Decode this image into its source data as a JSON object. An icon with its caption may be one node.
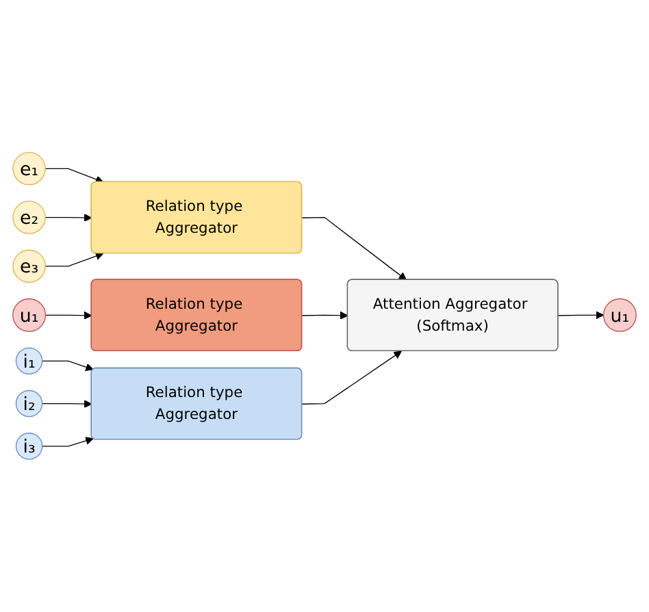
{
  "diagram": {
    "nodes": [
      {
        "text": [
          "e₁"
        ]
      },
      {
        "text": [
          "e₂"
        ]
      },
      {
        "text": [
          "e₃"
        ]
      },
      {
        "text": [
          "Relation type Aggregator"
        ]
      },
      {
        "text": [
          "u₁"
        ]
      },
      {
        "text": [
          "Relation type Aggregator"
        ]
      },
      {
        "text": [
          "i₁"
        ]
      },
      {
        "text": [
          "i₂"
        ]
      },
      {
        "text": [
          "i₃"
        ]
      },
      {
        "text": [
          "Relation type Aggregator"
        ]
      },
      {
        "text": [
          "Attention Aggregator (Softmax)"
        ]
      },
      {
        "text": [
          "u₁"
        ]
      }
    ],
    "edges": [
      {
        "from": 0,
        "to": 3,
        "arrow": "to"
      },
      {
        "from": 1,
        "to": 3,
        "arrow": "to"
      },
      {
        "from": 2,
        "to": 3,
        "arrow": "to"
      },
      {
        "from": 4,
        "to": 5,
        "arrow": "to"
      },
      {
        "from": 6,
        "to": 9,
        "arrow": "to"
      },
      {
        "from": 7,
        "to": 9,
        "arrow": "to"
      },
      {
        "from": 8,
        "to": 9,
        "arrow": "to"
      },
      {
        "from": 3,
        "to": 10,
        "arrow": "to"
      },
      {
        "from": 5,
        "to": 10,
        "arrow": "to"
      },
      {
        "from": 9,
        "to": 10,
        "arrow": "to"
      },
      {
        "from": 10,
        "to": 11,
        "arrow": "to"
      }
    ]
  }
}
